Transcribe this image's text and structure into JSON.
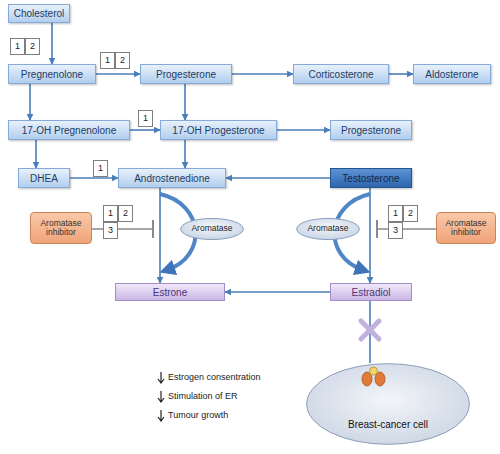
{
  "diagram": {
    "nodes": [
      {
        "text": [
          "Cholesterol"
        ]
      },
      {
        "text": [
          "1"
        ]
      },
      {
        "text": [
          "2"
        ]
      },
      {
        "text": [
          "Pregnenolone"
        ]
      },
      {
        "text": [
          "1"
        ]
      },
      {
        "text": [
          "2"
        ]
      },
      {
        "text": [
          "Progesterone"
        ]
      },
      {
        "text": [
          "Corticosterone"
        ]
      },
      {
        "text": [
          "Aldosterone"
        ]
      },
      {
        "text": [
          "17-OH Pregnenolone"
        ]
      },
      {
        "text": [
          "1"
        ]
      },
      {
        "text": [
          "17-OH Progesterone"
        ]
      },
      {
        "text": [
          "Progesterone"
        ]
      },
      {
        "text": [
          "DHEA"
        ]
      },
      {
        "text": [
          "1"
        ]
      },
      {
        "text": [
          "Androstenedione"
        ]
      },
      {
        "text": [
          "Testosterone"
        ]
      },
      {
        "text": [
          "Aromatase inhibitor"
        ]
      },
      {
        "text": [
          "1"
        ]
      },
      {
        "text": [
          "2"
        ]
      },
      {
        "text": [
          "3"
        ]
      },
      {
        "text": [
          "Aromatase"
        ]
      },
      {
        "text": [
          "Aromatase"
        ]
      },
      {
        "text": [
          "1"
        ]
      },
      {
        "text": [
          "2"
        ]
      },
      {
        "text": [
          "3"
        ]
      },
      {
        "text": [
          "Aromatase inhibitor"
        ]
      },
      {
        "text": [
          "Estrone"
        ]
      },
      {
        "text": [
          "Estradiol"
        ]
      },
      {
        "text": [
          "Breast-cancer cell"
        ]
      }
    ],
    "edges": [
      {
        "from": 0,
        "to": 3,
        "arrow": "to"
      },
      {
        "from": 3,
        "to": 6,
        "arrow": "to"
      },
      {
        "from": 6,
        "to": 7,
        "arrow": "to"
      },
      {
        "from": 7,
        "to": 8,
        "arrow": "to"
      },
      {
        "from": 3,
        "to": 9,
        "arrow": "to"
      },
      {
        "from": 6,
        "to": 11,
        "arrow": "to"
      },
      {
        "from": 9,
        "to": 11,
        "arrow": "to"
      },
      {
        "from": 11,
        "to": 12,
        "arrow": "to"
      },
      {
        "from": 9,
        "to": 13,
        "arrow": "to"
      },
      {
        "from": 13,
        "to": 15,
        "arrow": "to"
      },
      {
        "from": 11,
        "to": 15,
        "arrow": "to"
      },
      {
        "from": 16,
        "to": 15,
        "arrow": "to"
      },
      {
        "from": 15,
        "to": 27,
        "arrow": "to"
      },
      {
        "from": 16,
        "to": 28,
        "arrow": "to"
      },
      {
        "from": 28,
        "to": 27,
        "arrow": "to"
      },
      {
        "from": 28,
        "to": 29,
        "arrow": "none"
      }
    ],
    "labels": [
      "Estrogen consentration",
      "Stimulation of ER",
      "Tumour growth"
    ]
  }
}
